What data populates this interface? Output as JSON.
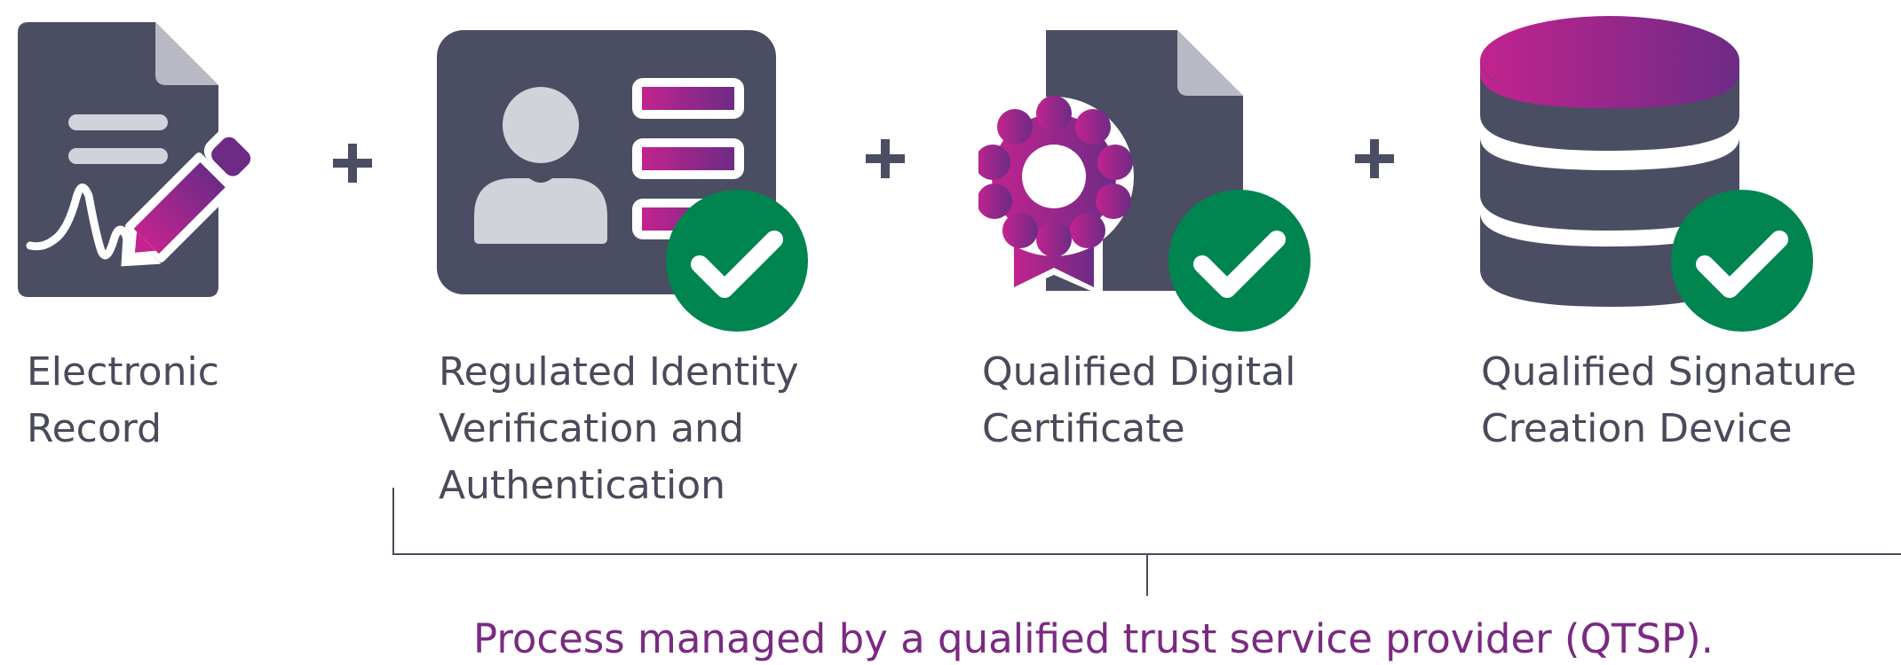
{
  "steps": [
    {
      "icon": "signed-document-icon",
      "lines": [
        "Electronic",
        "Record"
      ]
    },
    {
      "icon": "id-card-icon",
      "lines": [
        "Regulated Identity",
        "Verification and",
        "Authentication"
      ],
      "verified": true
    },
    {
      "icon": "certificate-award-icon",
      "lines": [
        "Qualified Digital",
        "Certificate"
      ],
      "verified": true
    },
    {
      "icon": "database-icon",
      "lines": [
        "Qualified Signature",
        "Creation Device"
      ],
      "verified": true
    }
  ],
  "connector": "+",
  "footer": "Process managed by a qualified trust service provider (QTSP).",
  "colors": {
    "dark": "#4b4d62",
    "light_gray": "#d1d2da",
    "gradient_start": "#c2238f",
    "gradient_end": "#6d2b86",
    "check_green": "#008550",
    "footer_text": "#7a2a82",
    "label_text": "#494a5a"
  }
}
